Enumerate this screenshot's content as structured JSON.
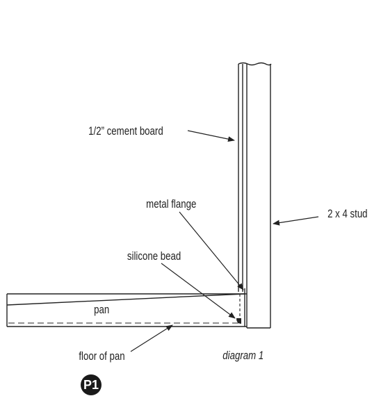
{
  "labels": {
    "cement_board": "1/2” cement board",
    "metal_flange": "metal flange",
    "stud": "2 x 4 stud",
    "silicone_bead": "silicone bead",
    "pan": "pan",
    "floor_of_pan": "floor of pan",
    "caption": "diagram 1"
  },
  "badge": "P1",
  "colors": {
    "line": "#222222",
    "badge_bg": "#1a1a1a",
    "badge_text": "#ffffff"
  }
}
